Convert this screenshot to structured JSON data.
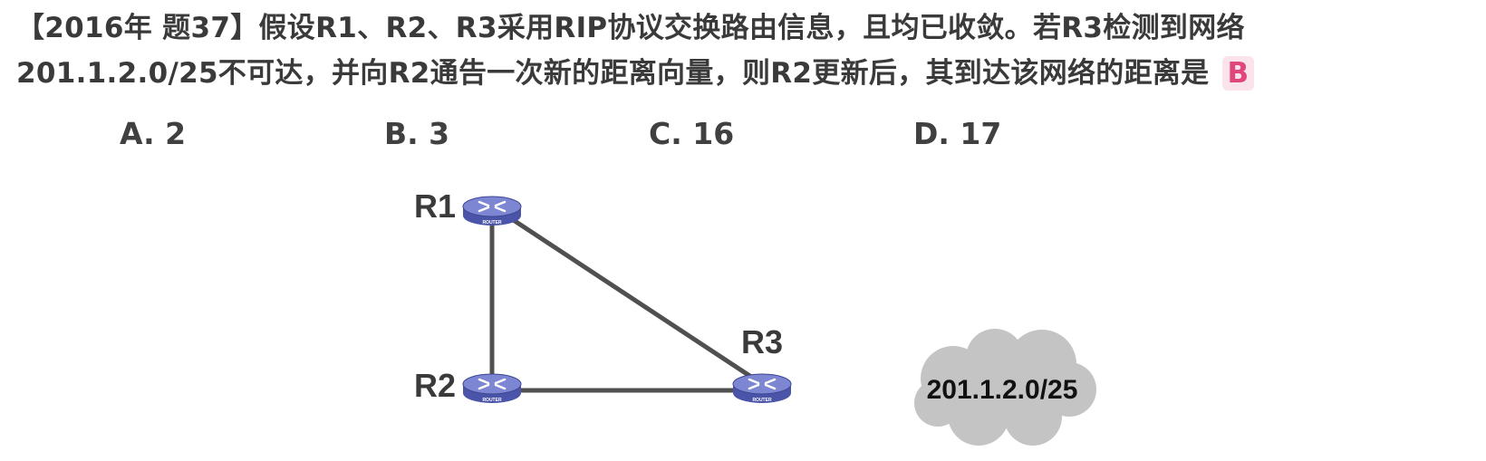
{
  "question": {
    "line1": "【2016年 题37】假设R1、R2、R3采用RIP协议交换路由信息，且均已收敛。若R3检测到网络",
    "line2": "201.1.2.0/25不可达，并向R2通告一次新的距离向量，则R2更新后，其到达该网络的距离是",
    "answer": "B"
  },
  "options": [
    {
      "label": "A. 2"
    },
    {
      "label": "B. 3"
    },
    {
      "label": "C. 16"
    },
    {
      "label": "D. 17"
    }
  ],
  "diagram": {
    "routers": [
      {
        "id": "R1",
        "label": "R1",
        "device_text": "ROUTER"
      },
      {
        "id": "R2",
        "label": "R2",
        "device_text": "ROUTER"
      },
      {
        "id": "R3",
        "label": "R3",
        "device_text": "ROUTER"
      }
    ],
    "links": [
      {
        "from": "R1",
        "to": "R2"
      },
      {
        "from": "R1",
        "to": "R3"
      },
      {
        "from": "R2",
        "to": "R3"
      }
    ],
    "network": {
      "label": "201.1.2.0/25"
    }
  },
  "colors": {
    "router_body": "#5a64b8",
    "router_top": "#7d86d2",
    "link": "#505050",
    "cloud": "#c4c4c4",
    "answer_text": "#e0467c",
    "answer_bg": "#fbe3ec"
  }
}
